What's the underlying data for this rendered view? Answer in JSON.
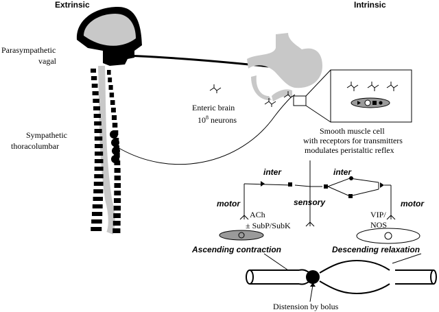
{
  "headings": {
    "left": "Extrinsic",
    "right": "Intrinsic"
  },
  "labels": {
    "parasympathetic_line1": "Parasympathetic",
    "parasympathetic_line2": "vagal",
    "sympathetic_line1": "Sympathetic",
    "sympathetic_line2": "thoracolumbar",
    "enteric_line1": "Enteric brain",
    "enteric_base": "10",
    "enteric_exp": "8",
    "enteric_unit": " neurons",
    "smooth_line1": "Smooth muscle cell",
    "smooth_line2": "with receptors for transmitters",
    "smooth_line3": "modulates peristaltic reflex",
    "inter_left": "inter",
    "inter_right": "inter",
    "sensory": "sensory",
    "motor_left": "motor",
    "motor_right": "motor",
    "ach": "ACh",
    "subp": "± SubP/SubK",
    "vip": "VIP/",
    "nos": "NOS",
    "ascending": "Ascending contraction",
    "descending": "Descending relaxation",
    "distension": "Distension by bolus"
  },
  "colors": {
    "ink": "#000000",
    "organ_gray": "#c8c8c8",
    "cell_gray": "#9a9a9a"
  }
}
